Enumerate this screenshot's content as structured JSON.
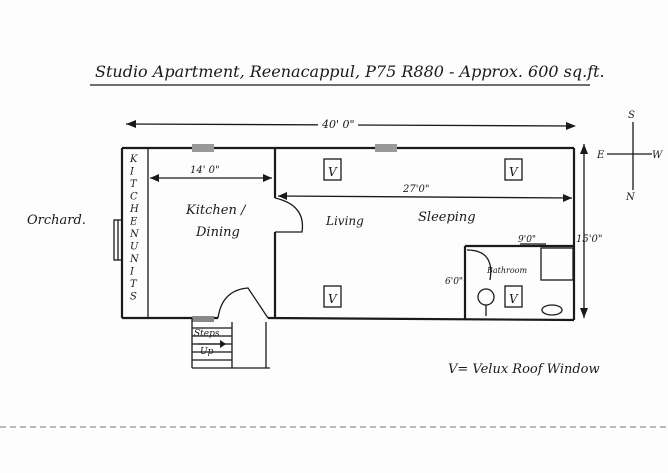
{
  "plan": {
    "title": "Studio Apartment, Reenacappul, P75 R880 - Approx. 600 sq.ft.",
    "dimensions": {
      "overall_width": "40' 0\"",
      "overall_depth": "15'0\"",
      "kitchen_width": "14' 0\"",
      "living_width": "27'0\"",
      "bathroom_width": "9'0\"",
      "bathroom_depth": "6'0\""
    },
    "rooms": {
      "kitchen_units_letters": [
        "K",
        "I",
        "T",
        "C",
        "H",
        "E",
        "N",
        "U",
        "N",
        "I",
        "T",
        "S"
      ],
      "kitchen_line1": "Kitchen /",
      "kitchen_line2": "Dining",
      "living": "Living",
      "sleeping": "Sleeping",
      "bathroom": "Bathroom"
    },
    "exterior": {
      "orchard": "Orchard.",
      "steps_line1": "Steps",
      "steps_line2": "Up"
    },
    "compass": {
      "n": "N",
      "s": "S",
      "e": "E",
      "w": "W"
    },
    "window_mark": "V",
    "legend": "V= Velux Roof Window"
  }
}
